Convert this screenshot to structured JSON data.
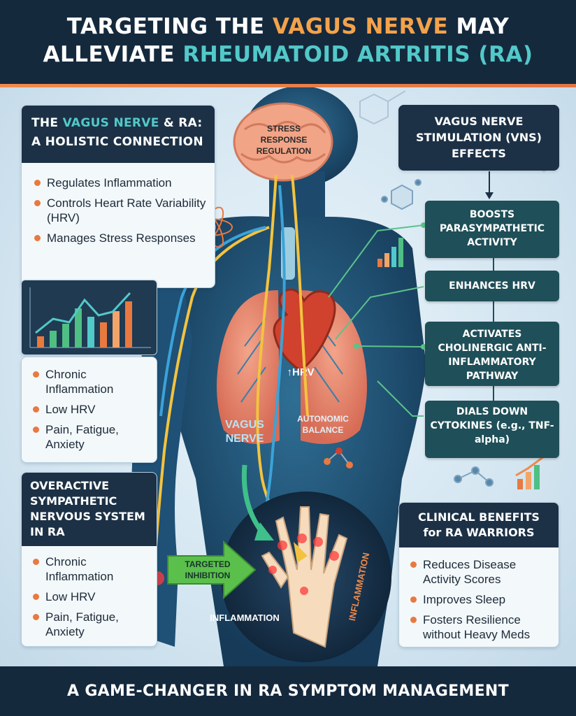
{
  "header": {
    "line1_a": "TARGETING THE ",
    "line1_b": "VAGUS NERVE",
    "line1_c": " MAY",
    "line2_a": "ALLEVIATE ",
    "line2_b": "RHEUMATOID ARTRITIS (RA)"
  },
  "colors": {
    "navy": "#15293d",
    "orange": "#f4a24b",
    "teal": "#52c9c9",
    "accent_bullet": "#e9793f",
    "effect_box": "#1f4f58"
  },
  "connection_panel": {
    "title_a": "THE ",
    "title_b": "VAGUS NERVE",
    "title_c": " & RA:",
    "title_d": "A HOLISTIC CONNECTION",
    "items": [
      "Regulates Inflammation",
      "Controls Heart Rate Variability (HRV)",
      "Manages Stress Responses"
    ]
  },
  "symptoms_top": {
    "items": [
      "Chronic Inflammation",
      "Low HRV",
      "Pain, Fatigue, Anxiety"
    ]
  },
  "sympathetic_panel": {
    "title": "OVERACTIVE SYMPATHETIC NERVOUS SYSTEM IN RA",
    "items": [
      "Chronic Inflammation",
      "Low HRV",
      "Pain, Fatigue, Anxiety"
    ]
  },
  "vns_panel": {
    "title": "VAGUS NERVE STIMULATION (VNS) EFFECTS"
  },
  "effects": [
    "BOOSTS PARASYMPATHETIC ACTIVITY",
    "ENHANCES HRV",
    "ACTIVATES CHOLINERGIC ANTI-INFLAMMATORY PATHWAY",
    "DIALS DOWN CYTOKINES (e.g., TNF-alpha)"
  ],
  "benefits_panel": {
    "title": "CLINICAL BENEFITS for RA WARRIORS",
    "items": [
      "Reduces Disease Activity Scores",
      "Improves Sleep",
      "Fosters Resilience without Heavy Meds"
    ]
  },
  "figure_labels": {
    "brain_l1": "STRESS",
    "brain_l2": "RESPONSE",
    "brain_l3": "REGULATION",
    "heart": "↑HRV",
    "vagus_l1": "VAGUS",
    "vagus_l2": "NERVE",
    "autonomic_l1": "AUTONOMIC",
    "autonomic_l2": "BALANCE",
    "targeted_l1": "TARGETED",
    "targeted_l2": "INHIBITION",
    "inflammation_h": "INFLAMMATION",
    "inflammation_v": "INFLAMMATION"
  },
  "footer": {
    "text": "A GAME-CHANGER IN RA SYMPTOM MANAGEMENT"
  }
}
